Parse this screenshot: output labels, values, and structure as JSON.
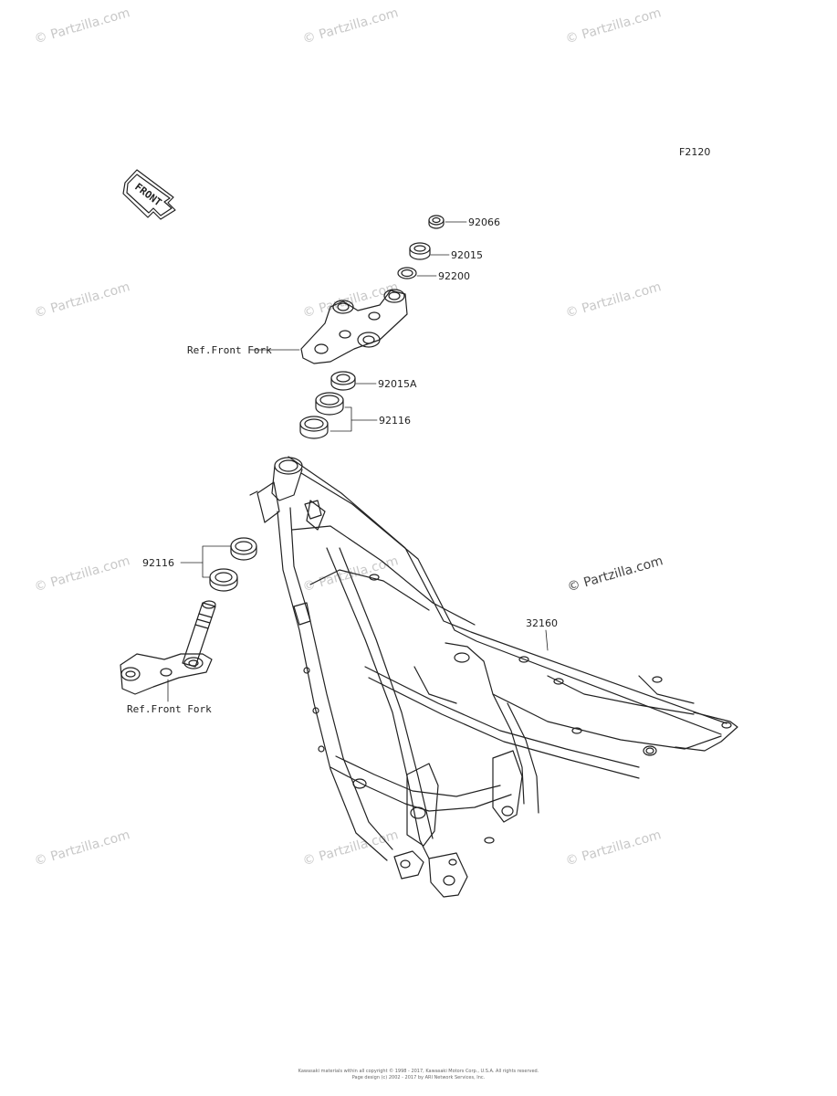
{
  "diagram": {
    "code": "F2120",
    "front_label": "FRONT",
    "parts": {
      "p92066": "92066",
      "p92015": "92015",
      "p92200": "92200",
      "p92015A": "92015A",
      "p92116_top": "92116",
      "p92116_left": "92116",
      "p32160": "32160"
    },
    "refs": {
      "front_fork_upper": "Ref.Front Fork",
      "front_fork_lower": "Ref.Front Fork"
    }
  },
  "watermarks": {
    "text": "© Partzilla.com"
  },
  "footer": {
    "line1": "Kawasaki materials within all copyright © 1998 - 2017, Kawasaki Motors Corp., U.S.A. All rights reserved.",
    "line2": "Page design (c) 2002 - 2017 by ARI Network Services, Inc."
  }
}
